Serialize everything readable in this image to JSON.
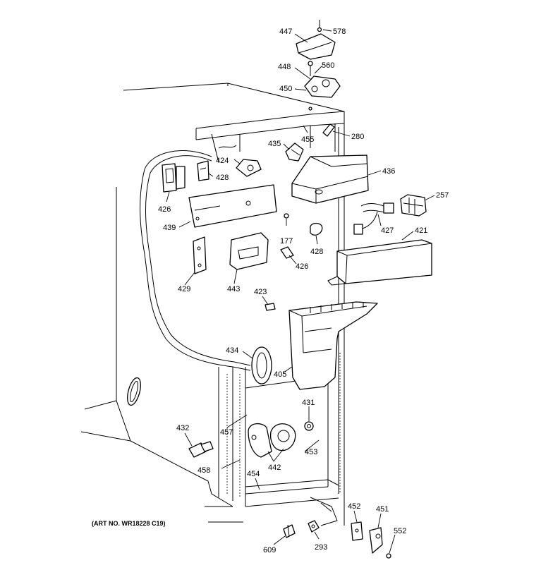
{
  "art_note": "(ART NO. WR18228 C19)",
  "callouts": [
    {
      "id": "447",
      "label": "447"
    },
    {
      "id": "578",
      "label": "578"
    },
    {
      "id": "448",
      "label": "448"
    },
    {
      "id": "560",
      "label": "560"
    },
    {
      "id": "450",
      "label": "450"
    },
    {
      "id": "455",
      "label": "455"
    },
    {
      "id": "280",
      "label": "280"
    },
    {
      "id": "435",
      "label": "435"
    },
    {
      "id": "424",
      "label": "424"
    },
    {
      "id": "428a",
      "label": "428"
    },
    {
      "id": "436",
      "label": "436"
    },
    {
      "id": "426a",
      "label": "426"
    },
    {
      "id": "257",
      "label": "257"
    },
    {
      "id": "439",
      "label": "439"
    },
    {
      "id": "177",
      "label": "177"
    },
    {
      "id": "428b",
      "label": "428"
    },
    {
      "id": "427",
      "label": "427"
    },
    {
      "id": "421",
      "label": "421"
    },
    {
      "id": "426b",
      "label": "426"
    },
    {
      "id": "429",
      "label": "429"
    },
    {
      "id": "443",
      "label": "443"
    },
    {
      "id": "423",
      "label": "423"
    },
    {
      "id": "434",
      "label": "434"
    },
    {
      "id": "405",
      "label": "405"
    },
    {
      "id": "431",
      "label": "431"
    },
    {
      "id": "432",
      "label": "432"
    },
    {
      "id": "457",
      "label": "457"
    },
    {
      "id": "453",
      "label": "453"
    },
    {
      "id": "442",
      "label": "442"
    },
    {
      "id": "458",
      "label": "458"
    },
    {
      "id": "454",
      "label": "454"
    },
    {
      "id": "452",
      "label": "452"
    },
    {
      "id": "451",
      "label": "451"
    },
    {
      "id": "552",
      "label": "552"
    },
    {
      "id": "609",
      "label": "609"
    },
    {
      "id": "293",
      "label": "293"
    }
  ]
}
